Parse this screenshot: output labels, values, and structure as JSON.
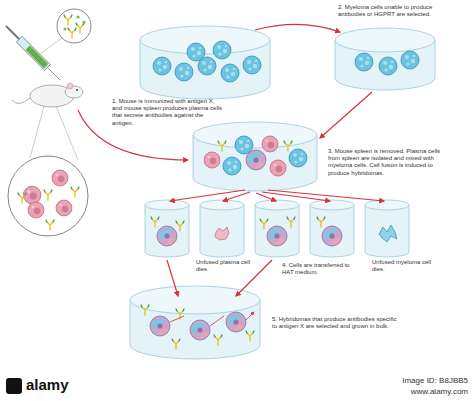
{
  "diagram": {
    "labels": [
      "1. Mouse is immunized with antigen X, and mouse spleen produces plasma cells that secrete antibodies against the antigen.",
      "2. Myeloma cells unable to produce antibodies or HGPRT are selected.",
      "3. Mouse spleen is removed. Plasma cells from spleen are isolated and mixed with myeloma cells. Cell fusion is induced to produce hybridomas.",
      "Unfused plasma cell dies.",
      "4. Cells are transferred to HAT medium.",
      "Unfused myeloma cell dies.",
      "5. Hybridomas that produce antibodies specific to antigen X are selected and grown in bulk.",
      "alamy",
      "Image ID: B8JBB5",
      "www.alamy.com"
    ]
  }
}
